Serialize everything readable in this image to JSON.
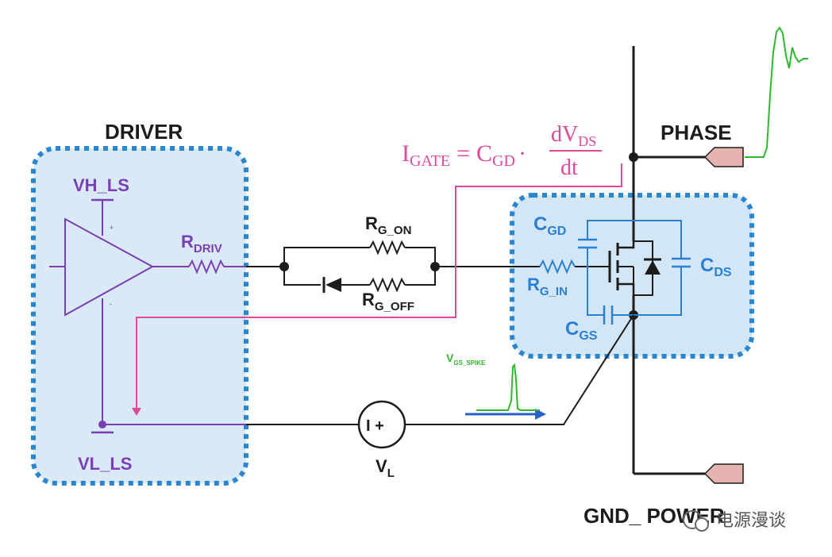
{
  "labels": {
    "driver": "DRIVER",
    "phase": "PHASE",
    "gnd_power": "GND_ POWER",
    "vh_ls": "VH_LS",
    "vl_ls": "VL_LS",
    "rdriv_main": "R",
    "rdriv_sub": "DRIV",
    "rg_on_main": "R",
    "rg_on_sub": "G_ON",
    "rg_off_main": "R",
    "rg_off_sub": "G_OFF",
    "rg_in_main": "R",
    "rg_in_sub": "G_IN",
    "cgd_main": "C",
    "cgd_sub": "GD",
    "cgs_main": "C",
    "cgs_sub": "GS",
    "cds_main": "C",
    "cds_sub": "DS",
    "vl_main": "V",
    "vl_sub": "L",
    "vgs_spike_main": "V",
    "vgs_spike_sub": "GS_SPIKE",
    "source_symbol": "I +"
  },
  "equation": {
    "lhs_main": "I",
    "lhs_sub": "GATE",
    "equals": "=",
    "rhs_main": "C",
    "rhs_sub": "GD",
    "dot": "·",
    "num_main": "dV",
    "num_sub": "DS",
    "den": "dt"
  },
  "watermark": {
    "text": "电源漫谈"
  },
  "colors": {
    "driver_border": "#2a86d0",
    "driver_fill": "#d9e9f6",
    "mosfet_fill": "#d3e6f5",
    "purple": "#7a3fb8",
    "pink": "#e0489a",
    "blue": "#2a7fd4",
    "green": "#2eb82e",
    "terminal": "#e6b4b0",
    "wire": "#1c1c1c"
  }
}
